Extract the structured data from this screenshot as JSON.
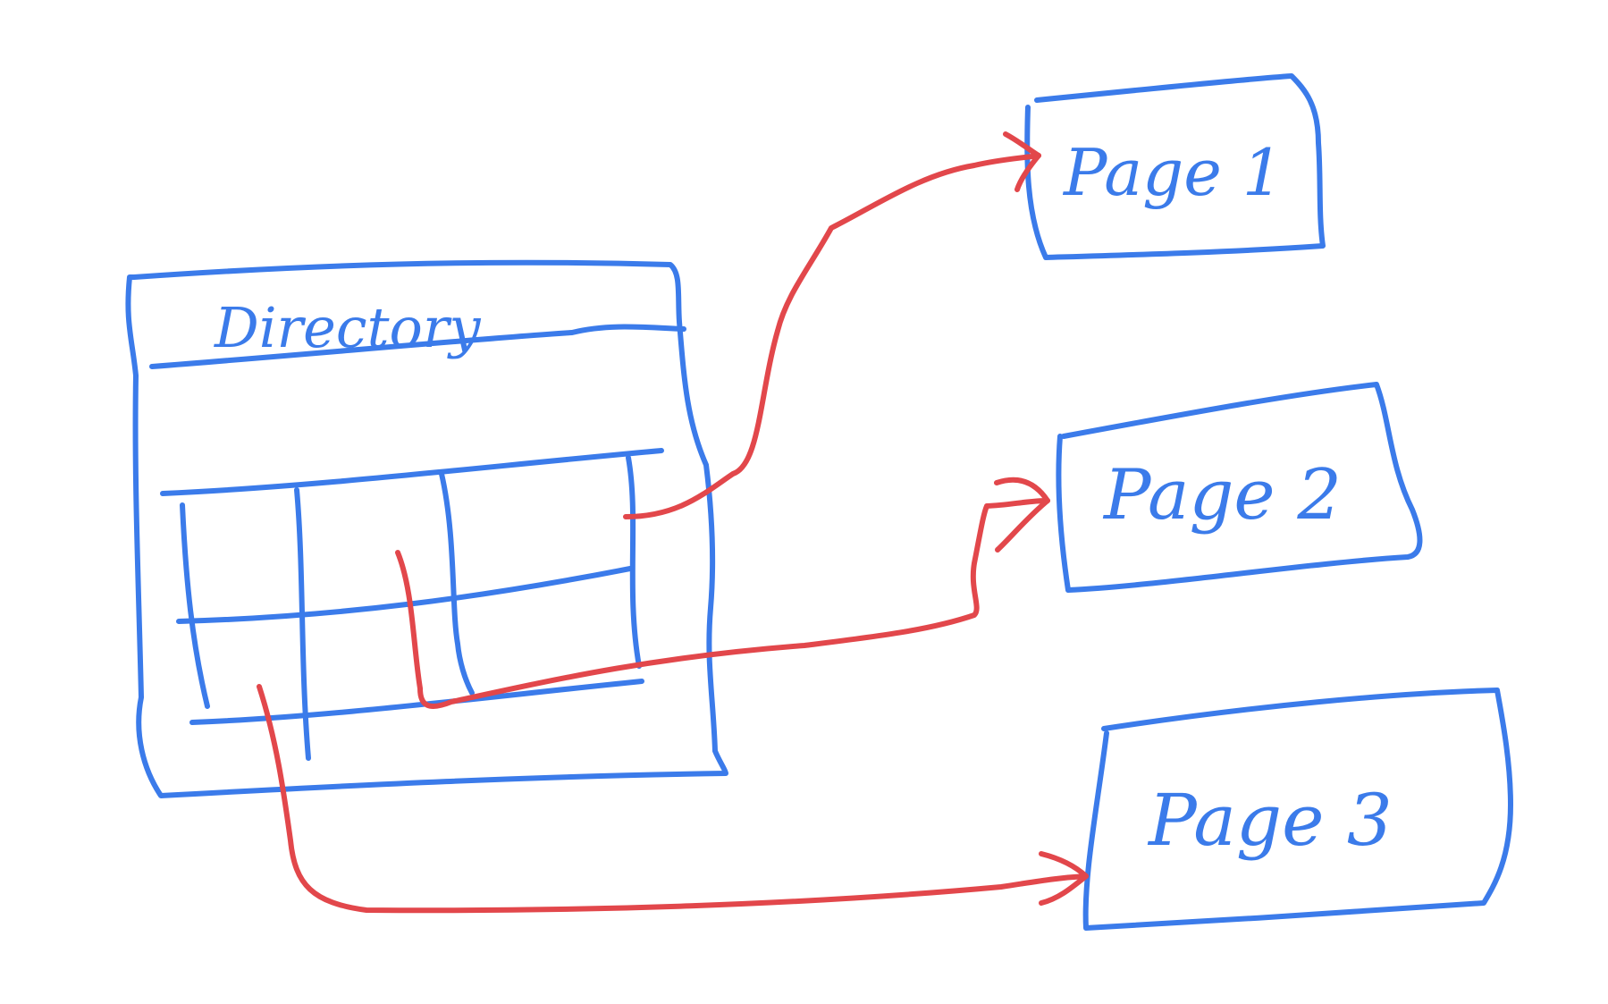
{
  "diagram": {
    "directory_label": "Directory",
    "pages": [
      {
        "label": "Page 1"
      },
      {
        "label": "Page 2"
      },
      {
        "label": "Page 3"
      }
    ]
  },
  "colors": {
    "blue_stroke": "#3b7bea",
    "red_arrow": "#e2474b"
  }
}
